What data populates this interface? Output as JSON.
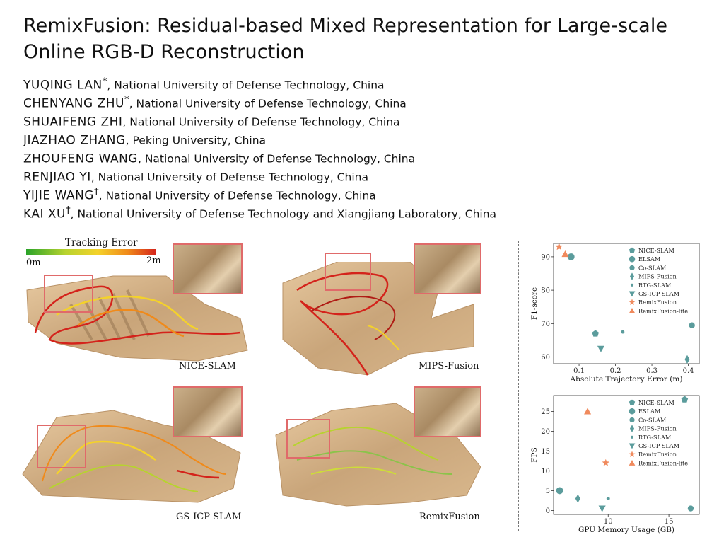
{
  "title": "RemixFusion: Residual-based Mixed Representation for Large-scale Online RGB-D Reconstruction",
  "authors": [
    {
      "name": "YUQING LAN",
      "mark": "*",
      "affiliation": ", National University of Defense Technology, China"
    },
    {
      "name": "CHENYANG ZHU",
      "mark": "*",
      "affiliation": ", National University of Defense Technology, China"
    },
    {
      "name": "SHUAIFENG ZHI",
      "mark": "",
      "affiliation": ", National University of Defense Technology, China"
    },
    {
      "name": "JIAZHAO ZHANG",
      "mark": "",
      "affiliation": ", Peking University, China"
    },
    {
      "name": "ZHOUFENG WANG",
      "mark": "",
      "affiliation": ", National University of Defense Technology, China"
    },
    {
      "name": "RENJIAO YI",
      "mark": "",
      "affiliation": ", National University of Defense Technology, China"
    },
    {
      "name": "YIJIE WANG",
      "mark": "†",
      "affiliation": ", National University of Defense Technology, China"
    },
    {
      "name": "KAI XU",
      "mark": "†",
      "affiliation": ", National University of Defense Technology and Xiangjiang Laboratory, China"
    }
  ],
  "figure": {
    "tracking_legend": {
      "title": "Tracking Error",
      "min": "0m",
      "max": "2m"
    },
    "panels": [
      {
        "label": "NICE-SLAM"
      },
      {
        "label": "MIPS-Fusion"
      },
      {
        "label": "GS-ICP SLAM"
      },
      {
        "label": "RemixFusion"
      }
    ]
  },
  "chart_data": [
    {
      "type": "scatter",
      "xlabel": "Absolute Trajectory Error (m)",
      "ylabel": "F1-score",
      "xlim": [
        0.03,
        0.43
      ],
      "ylim": [
        58,
        94
      ],
      "xticks": [
        "0.1",
        "0.2",
        "0.3",
        "0.4"
      ],
      "yticks": [
        "60",
        "70",
        "80",
        "90"
      ],
      "legend_position": "top-right",
      "series": [
        {
          "name": "NICE-SLAM",
          "marker": "pentagon",
          "color": "#5b9c9c",
          "x": 0.145,
          "y": 67.0
        },
        {
          "name": "ELSAM",
          "marker": "circle",
          "color": "#5b9c9c",
          "x": 0.078,
          "y": 90.0
        },
        {
          "name": "Co-SLAM",
          "marker": "circle-small",
          "color": "#5b9c9c",
          "x": 0.41,
          "y": 69.5
        },
        {
          "name": "MIPS-Fusion",
          "marker": "diamond",
          "color": "#5b9c9c",
          "x": 0.397,
          "y": 59.3
        },
        {
          "name": "RTG-SLAM",
          "marker": "dot",
          "color": "#5b9c9c",
          "x": 0.22,
          "y": 67.5
        },
        {
          "name": "GS-ICP SLAM",
          "marker": "triangle-down",
          "color": "#5b9c9c",
          "x": 0.16,
          "y": 62.5
        },
        {
          "name": "RemixFusion",
          "marker": "star",
          "color": "#f08a5d",
          "x": 0.045,
          "y": 93.0
        },
        {
          "name": "RemixFusion-lite",
          "marker": "triangle-up",
          "color": "#f08a5d",
          "x": 0.062,
          "y": 90.8
        }
      ]
    },
    {
      "type": "scatter",
      "xlabel": "GPU Memory Usage (GB)",
      "ylabel": "FPS",
      "xlim": [
        5.5,
        17.5
      ],
      "ylim": [
        -1,
        29
      ],
      "xticks": [
        "10",
        "15"
      ],
      "yticks": [
        "0",
        "5",
        "10",
        "15",
        "20",
        "25"
      ],
      "legend_position": "top-right",
      "series": [
        {
          "name": "NICE-SLAM",
          "marker": "pentagon",
          "color": "#5b9c9c",
          "x": 16.3,
          "y": 28.0
        },
        {
          "name": "ESLAM",
          "marker": "circle",
          "color": "#5b9c9c",
          "x": 6.0,
          "y": 5.0
        },
        {
          "name": "Co-SLAM",
          "marker": "circle-small",
          "color": "#5b9c9c",
          "x": 16.8,
          "y": 0.5
        },
        {
          "name": "MIPS-Fusion",
          "marker": "diamond",
          "color": "#5b9c9c",
          "x": 7.5,
          "y": 3.0
        },
        {
          "name": "RTG-SLAM",
          "marker": "dot",
          "color": "#5b9c9c",
          "x": 10.0,
          "y": 3.0
        },
        {
          "name": "GS-ICP SLAM",
          "marker": "triangle-down",
          "color": "#5b9c9c",
          "x": 9.5,
          "y": 0.5
        },
        {
          "name": "RemixFusion",
          "marker": "star",
          "color": "#f08a5d",
          "x": 9.8,
          "y": 12.0
        },
        {
          "name": "RemixFusion-lite",
          "marker": "triangle-up",
          "color": "#f08a5d",
          "x": 8.3,
          "y": 25.0
        }
      ]
    }
  ]
}
